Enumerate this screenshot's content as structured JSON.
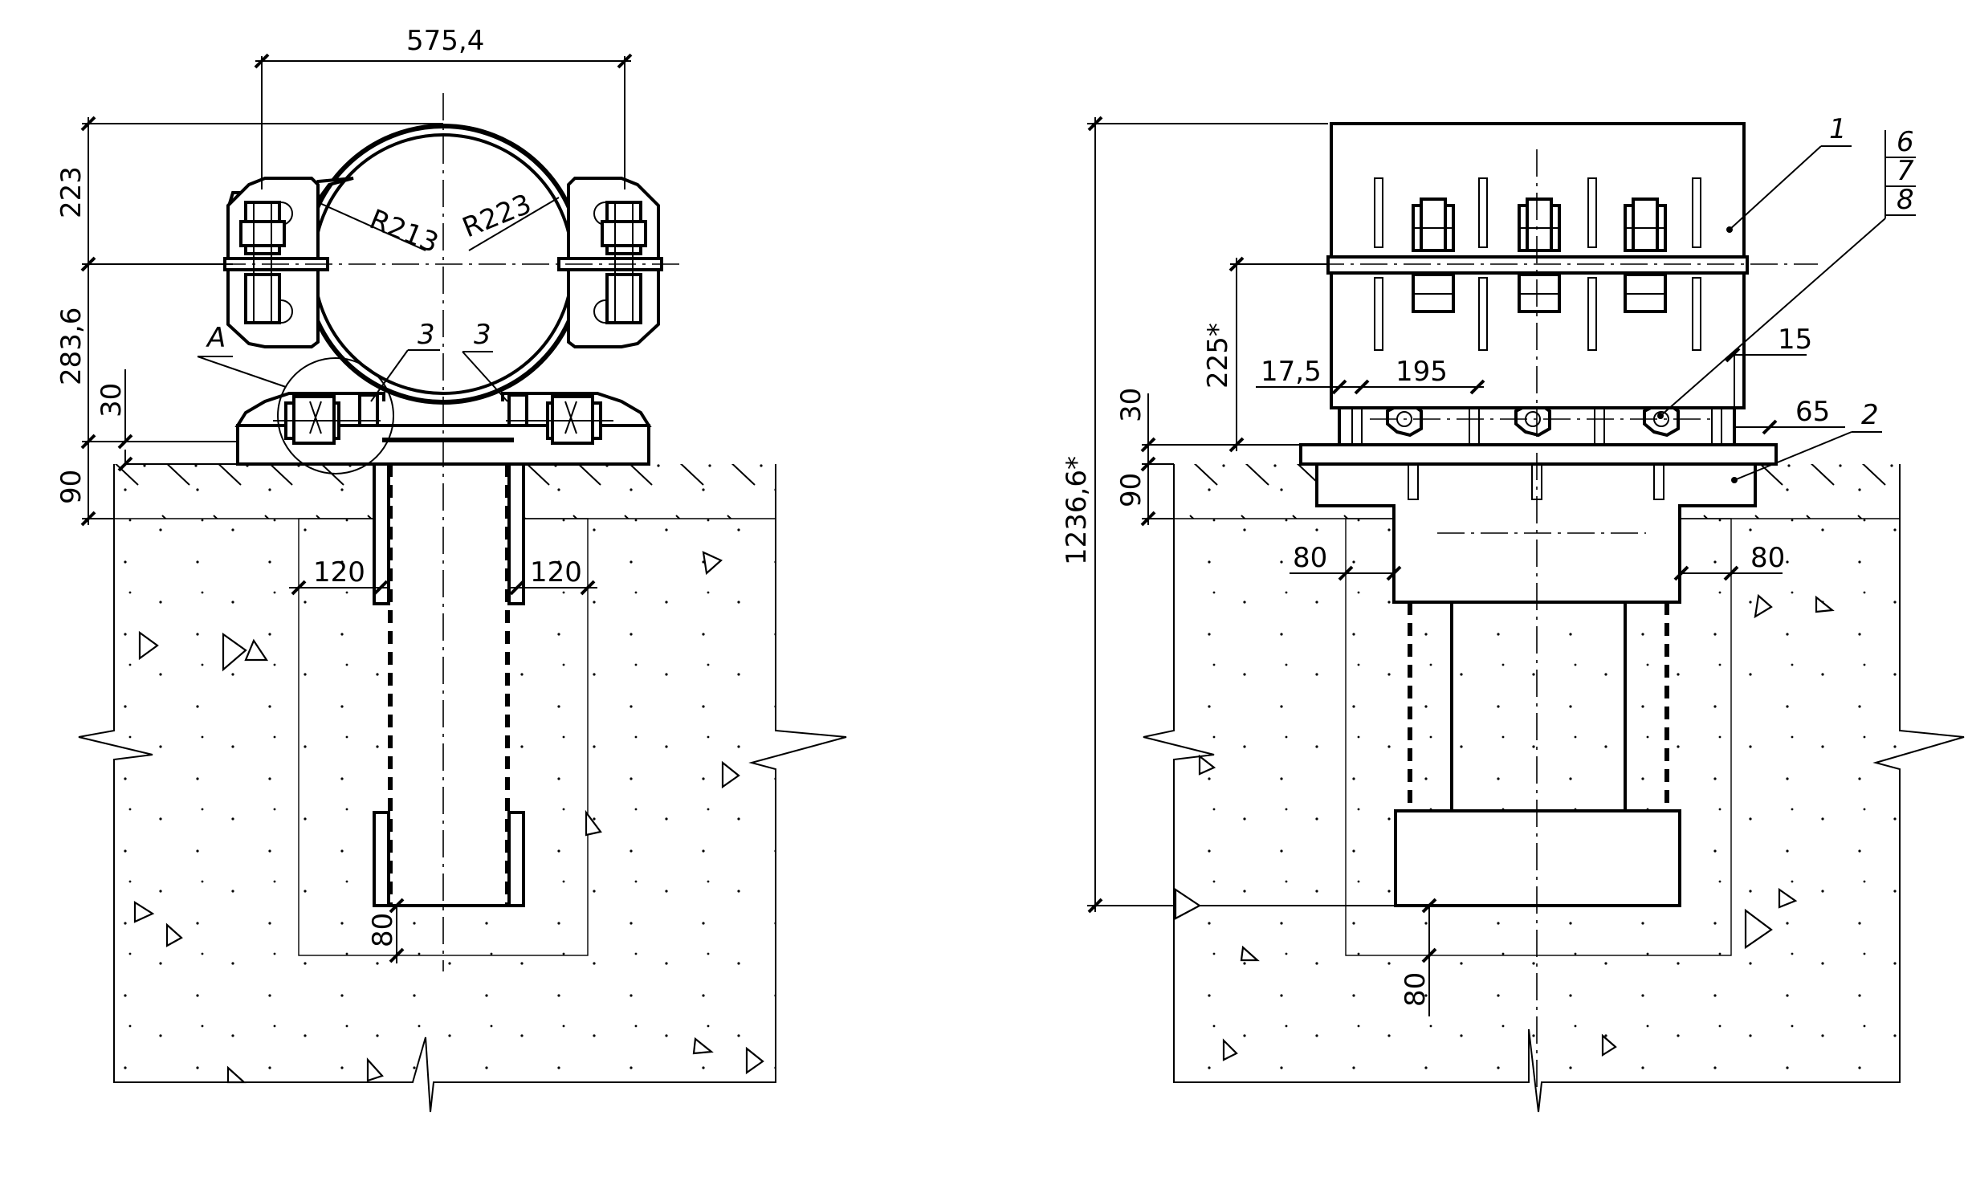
{
  "left_view": {
    "dimensions": {
      "top_width": "575,4",
      "height_upper": "223",
      "height_lower": "283,6",
      "plate": "30",
      "slab": "90",
      "side_left": "120",
      "side_right": "120",
      "bottom": "80",
      "radius_inner": "R213",
      "radius_outer": "R223"
    },
    "labels": {
      "detail": "A",
      "pos3_left": "3",
      "pos3_right": "3"
    }
  },
  "right_view": {
    "dimensions": {
      "total_height": "1236,6*",
      "height_225": "225*",
      "plate": "30",
      "slab": "90",
      "offset_17_5": "17,5",
      "pitch_195": "195",
      "gap_15": "15",
      "overhang_65": "65",
      "side_left": "80",
      "side_right": "80",
      "bottom": "80"
    },
    "labels": {
      "pos1": "1",
      "pos2": "2",
      "pos6": "6",
      "pos7": "7",
      "pos8": "8"
    }
  }
}
